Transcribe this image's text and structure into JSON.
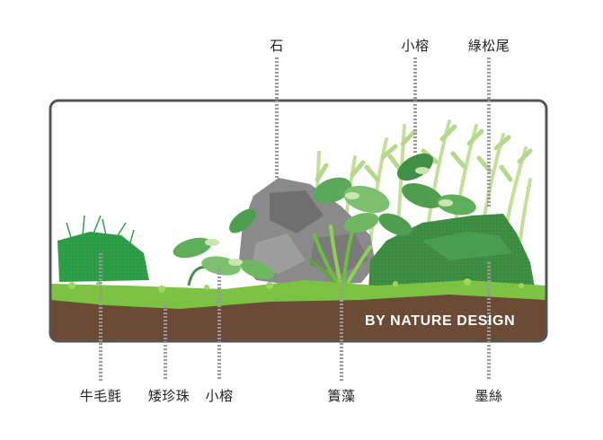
{
  "labels": {
    "top": {
      "stone": "石",
      "small_banyan": "小榕",
      "green_pine_tail": "綠松尾"
    },
    "bottom": {
      "cattle_moss": "牛毛氈",
      "dwarf_pearl": "矮珍珠",
      "small_banyan": "小榕",
      "vallisneria": "簀藻",
      "java_moss": "墨絲"
    }
  },
  "brand_text": "BY NATURE DESIGN",
  "colors": {
    "frame": "#555555",
    "soil": "#6b4a36",
    "grass": "#7cc243",
    "leader": "#9a9a9a",
    "rock": "#8a8a8a",
    "moss_dark": "#3f8f44",
    "plant_light": "#b6d88a"
  }
}
